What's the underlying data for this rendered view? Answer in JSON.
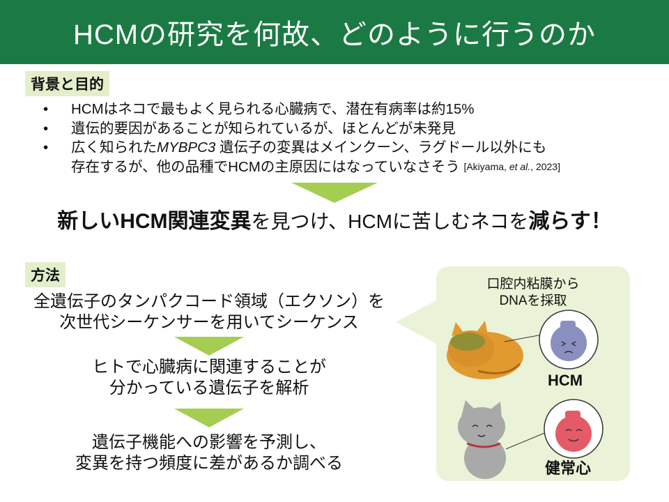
{
  "title": "HCMの研究を何故、どのように行うのか",
  "background_section": {
    "label": "背景と目的",
    "bullets": [
      {
        "lines": [
          "HCMはネコで最もよく見られる心臓病で、潜在有病率は約15%"
        ]
      },
      {
        "lines": [
          "遺伝的要因があることが知られているが、ほとんどが未発見"
        ]
      },
      {
        "pre": "広く知られた",
        "gene": "MYBPC3",
        "post": " 遺伝子の変異はメインクーン、ラグドール以外にも",
        "line2": "存在するが、他の品種でHCMの主原因にはなっていなさそう",
        "cite_pre": "[Akiyama, ",
        "cite_em": "et al.",
        "cite_post": ", 2023]"
      }
    ]
  },
  "goal": {
    "bold1": "新しいHCM関連変異",
    "mid": "を見つけ、HCMに苦しむネコを",
    "bold2": "減らす！"
  },
  "method_section": {
    "label": "方法",
    "steps": [
      [
        "全遺伝子のタンパクコード領域（エクソン）を",
        "次世代シーケンサーを用いてシーケンス"
      ],
      [
        "ヒトで心臓病に関連することが",
        "分かっている遺伝子を解析"
      ],
      [
        "遺伝子機能への影響を予測し、",
        "変異を持つ頻度に差があるか調べる"
      ]
    ]
  },
  "panel": {
    "caption": [
      "口腔内粘膜から",
      "DNAを採取"
    ],
    "hcm_label": "HCM",
    "healthy_label": "健常心"
  },
  "colors": {
    "header": "#1b7a43",
    "arrow": "#a4cd52",
    "label_bg": "#e3efcb",
    "panel_bg": "#eaf3d7"
  }
}
